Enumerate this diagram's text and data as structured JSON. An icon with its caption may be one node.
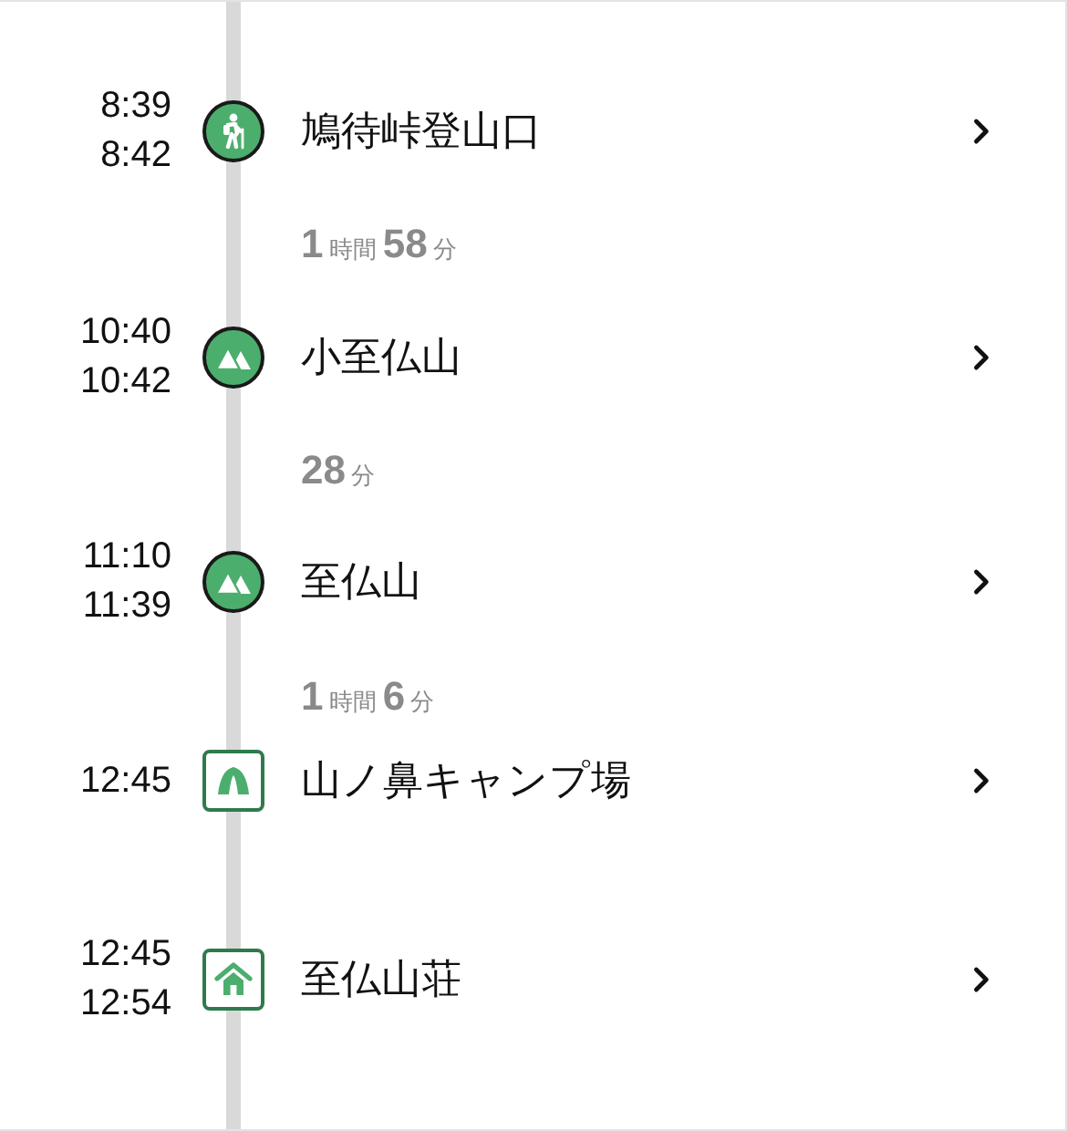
{
  "diagram": {
    "nodes": [
      {
        "text": [],
        "shape": "circle",
        "beside": [
          "8:39",
          "8:42",
          "鳩待峠登山口"
        ]
      },
      {
        "text": [],
        "shape": "circle",
        "beside": [
          "10:40",
          "10:42",
          "小至仏山"
        ]
      },
      {
        "text": [],
        "shape": "circle",
        "beside": [
          "11:10",
          "11:39",
          "至仏山"
        ]
      },
      {
        "text": [],
        "shape": "box",
        "beside": [
          "12:45",
          "山ノ鼻キャンプ場"
        ]
      },
      {
        "text": [],
        "shape": "box",
        "beside": [
          "12:45",
          "12:54",
          "至仏山荘"
        ]
      }
    ],
    "edges": [
      {
        "from": null,
        "to": 0,
        "arrow": "none"
      },
      {
        "from": 0,
        "to": 1,
        "arrow": "none",
        "label": "1時間 58分"
      },
      {
        "from": 1,
        "to": 2,
        "arrow": "none",
        "label": "28分"
      },
      {
        "from": 2,
        "to": 3,
        "arrow": "none",
        "label": "1時間 6分"
      },
      {
        "from": 3,
        "to": 4,
        "arrow": "none"
      },
      {
        "from": 4,
        "to": null,
        "arrow": "none"
      }
    ]
  }
}
